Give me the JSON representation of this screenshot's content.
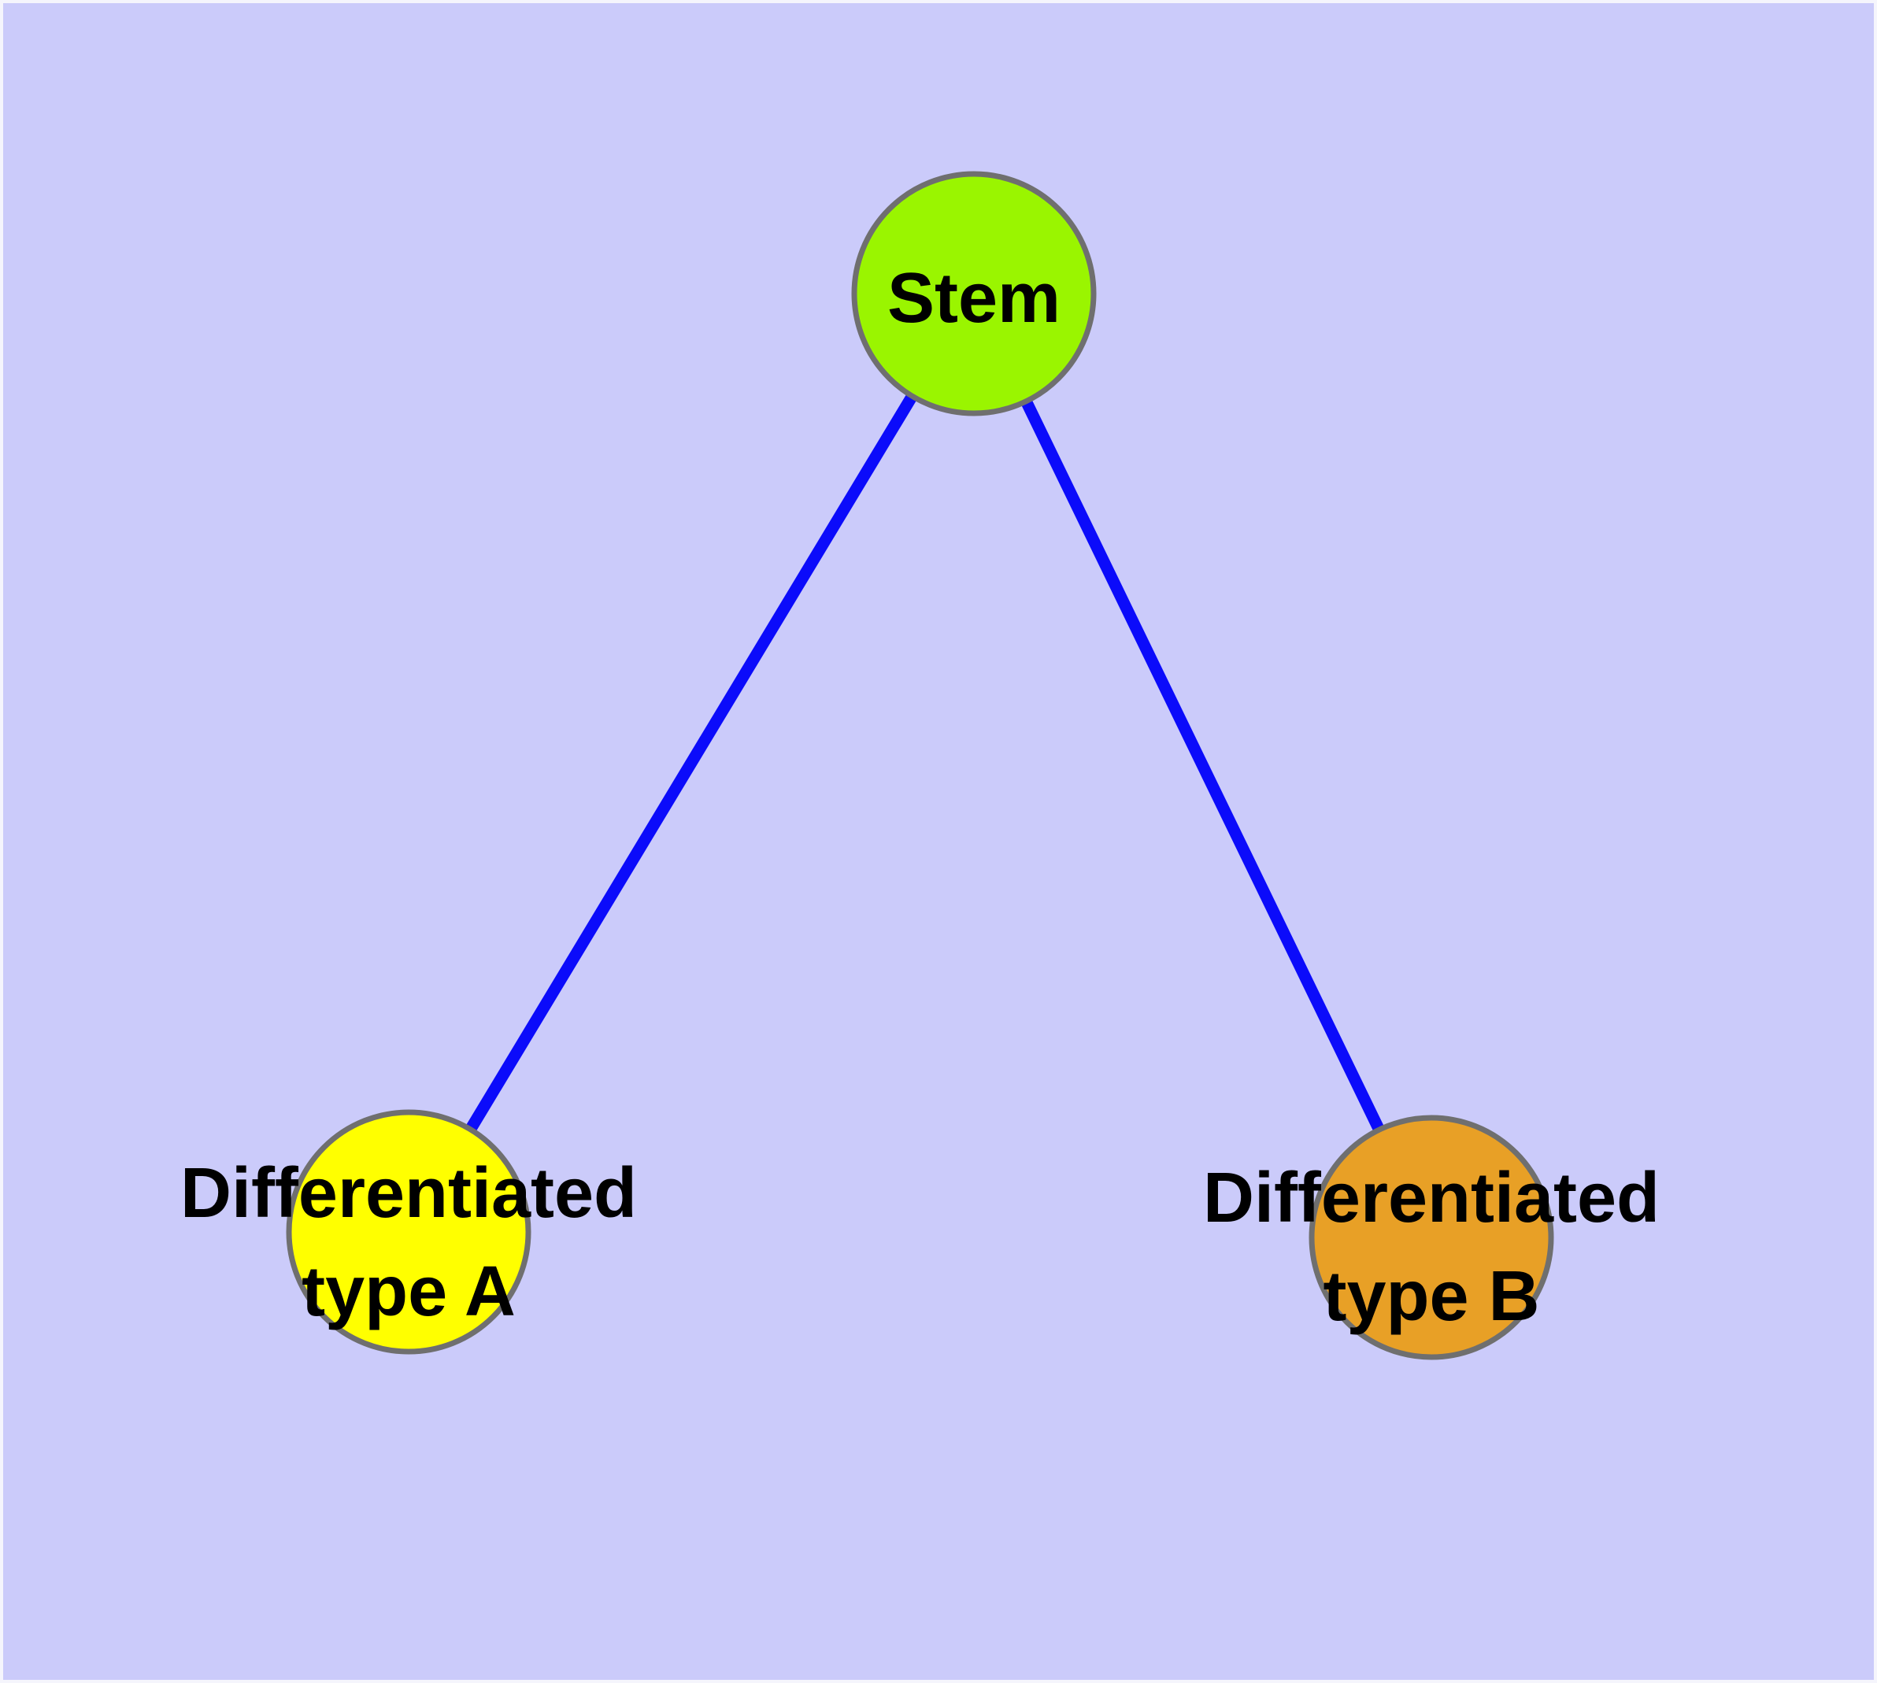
{
  "diagram": {
    "type": "graph",
    "background_color": "#CBCBFA",
    "frame_color": "#F5F5FC",
    "edge_color": "#0B0BFA",
    "node_border_color": "#6F6F6F",
    "label_color": "#000000",
    "nodes": {
      "stem": {
        "label": "Stem",
        "fill": "#9AF500"
      },
      "type_a": {
        "label_line1": "Differentiated",
        "label_line2": "type A",
        "fill": "#FFFF00"
      },
      "type_b": {
        "label_line1": "Differentiated",
        "label_line2": "type B",
        "fill": "#E8A026"
      }
    },
    "edges": [
      {
        "from": "Stem",
        "to": "Differentiated type A"
      },
      {
        "from": "Stem",
        "to": "Differentiated type B"
      }
    ]
  }
}
